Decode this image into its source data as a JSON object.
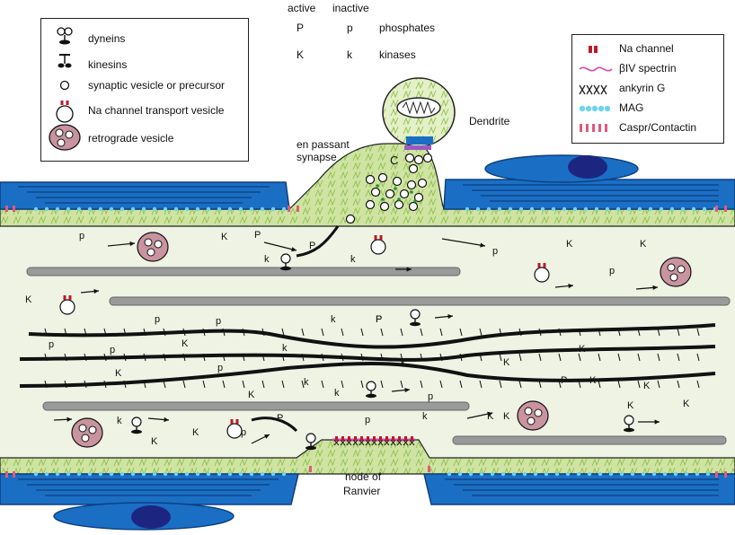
{
  "header": {
    "active": "active",
    "inactive": "inactive",
    "phosphate_active": "P",
    "phosphate_inactive": "p",
    "phosphates": "phosphates",
    "kinase_active": "K",
    "kinase_inactive": "k",
    "kinases": "kinases"
  },
  "legend_left": {
    "items": [
      {
        "icon": "dynein-icon",
        "label": "dyneins"
      },
      {
        "icon": "kinesin-icon",
        "label": "kinesins"
      },
      {
        "icon": "synaptic-vesicle-icon",
        "label": "synaptic vesicle or precursor"
      },
      {
        "icon": "na-channel-transport-vesicle-icon",
        "label": "Na channel transport vesicle"
      },
      {
        "icon": "retrograde-vesicle-icon",
        "label": "retrograde vesicle"
      }
    ]
  },
  "legend_right": {
    "items": [
      {
        "icon": "na-channel-icon",
        "label": "Na channel",
        "color": "#c0182a"
      },
      {
        "icon": "beta-iv-spectrin-icon",
        "label": "βIV spectrin",
        "color": "#d44fb8"
      },
      {
        "icon": "ankyrin-g-icon",
        "label": "ankyrin G",
        "color": "#222222"
      },
      {
        "icon": "mag-icon",
        "label": "MAG",
        "color": "#6fd3f0"
      },
      {
        "icon": "caspr-contactin-icon",
        "label": "Caspr/Contactin",
        "color": "#e05a7a"
      }
    ]
  },
  "labels": {
    "dendrite": "Dendrite",
    "synapse_line1": "en passant",
    "synapse_line2": "synapse",
    "synapse_c": "C",
    "node_line1": "node of",
    "node_line2": "Ranvier"
  },
  "colors": {
    "myelin": "#1a6fc4",
    "myelin_dark": "#0d3f80",
    "axon_fill": "#eef3e4",
    "cortex": "#cfe3a3",
    "microtubule": "#9a9a9a",
    "retrograde": "#c9939f",
    "na_channel": "#c0182a",
    "node_nucleus": "#1c2680"
  },
  "axon_letters": [
    "p",
    "K",
    "P",
    "P",
    "k",
    "k",
    "p",
    "K",
    "K",
    "p",
    "K",
    "p",
    "k",
    "P",
    "p",
    "p",
    "K",
    "K",
    "K",
    "p",
    "k",
    "p",
    "K",
    "k",
    "P",
    "k",
    "K",
    "p",
    "K",
    "K",
    "k",
    "P",
    "k",
    "p",
    "K",
    "K",
    "K",
    "p",
    "K",
    "k",
    "P",
    "K",
    "K"
  ]
}
